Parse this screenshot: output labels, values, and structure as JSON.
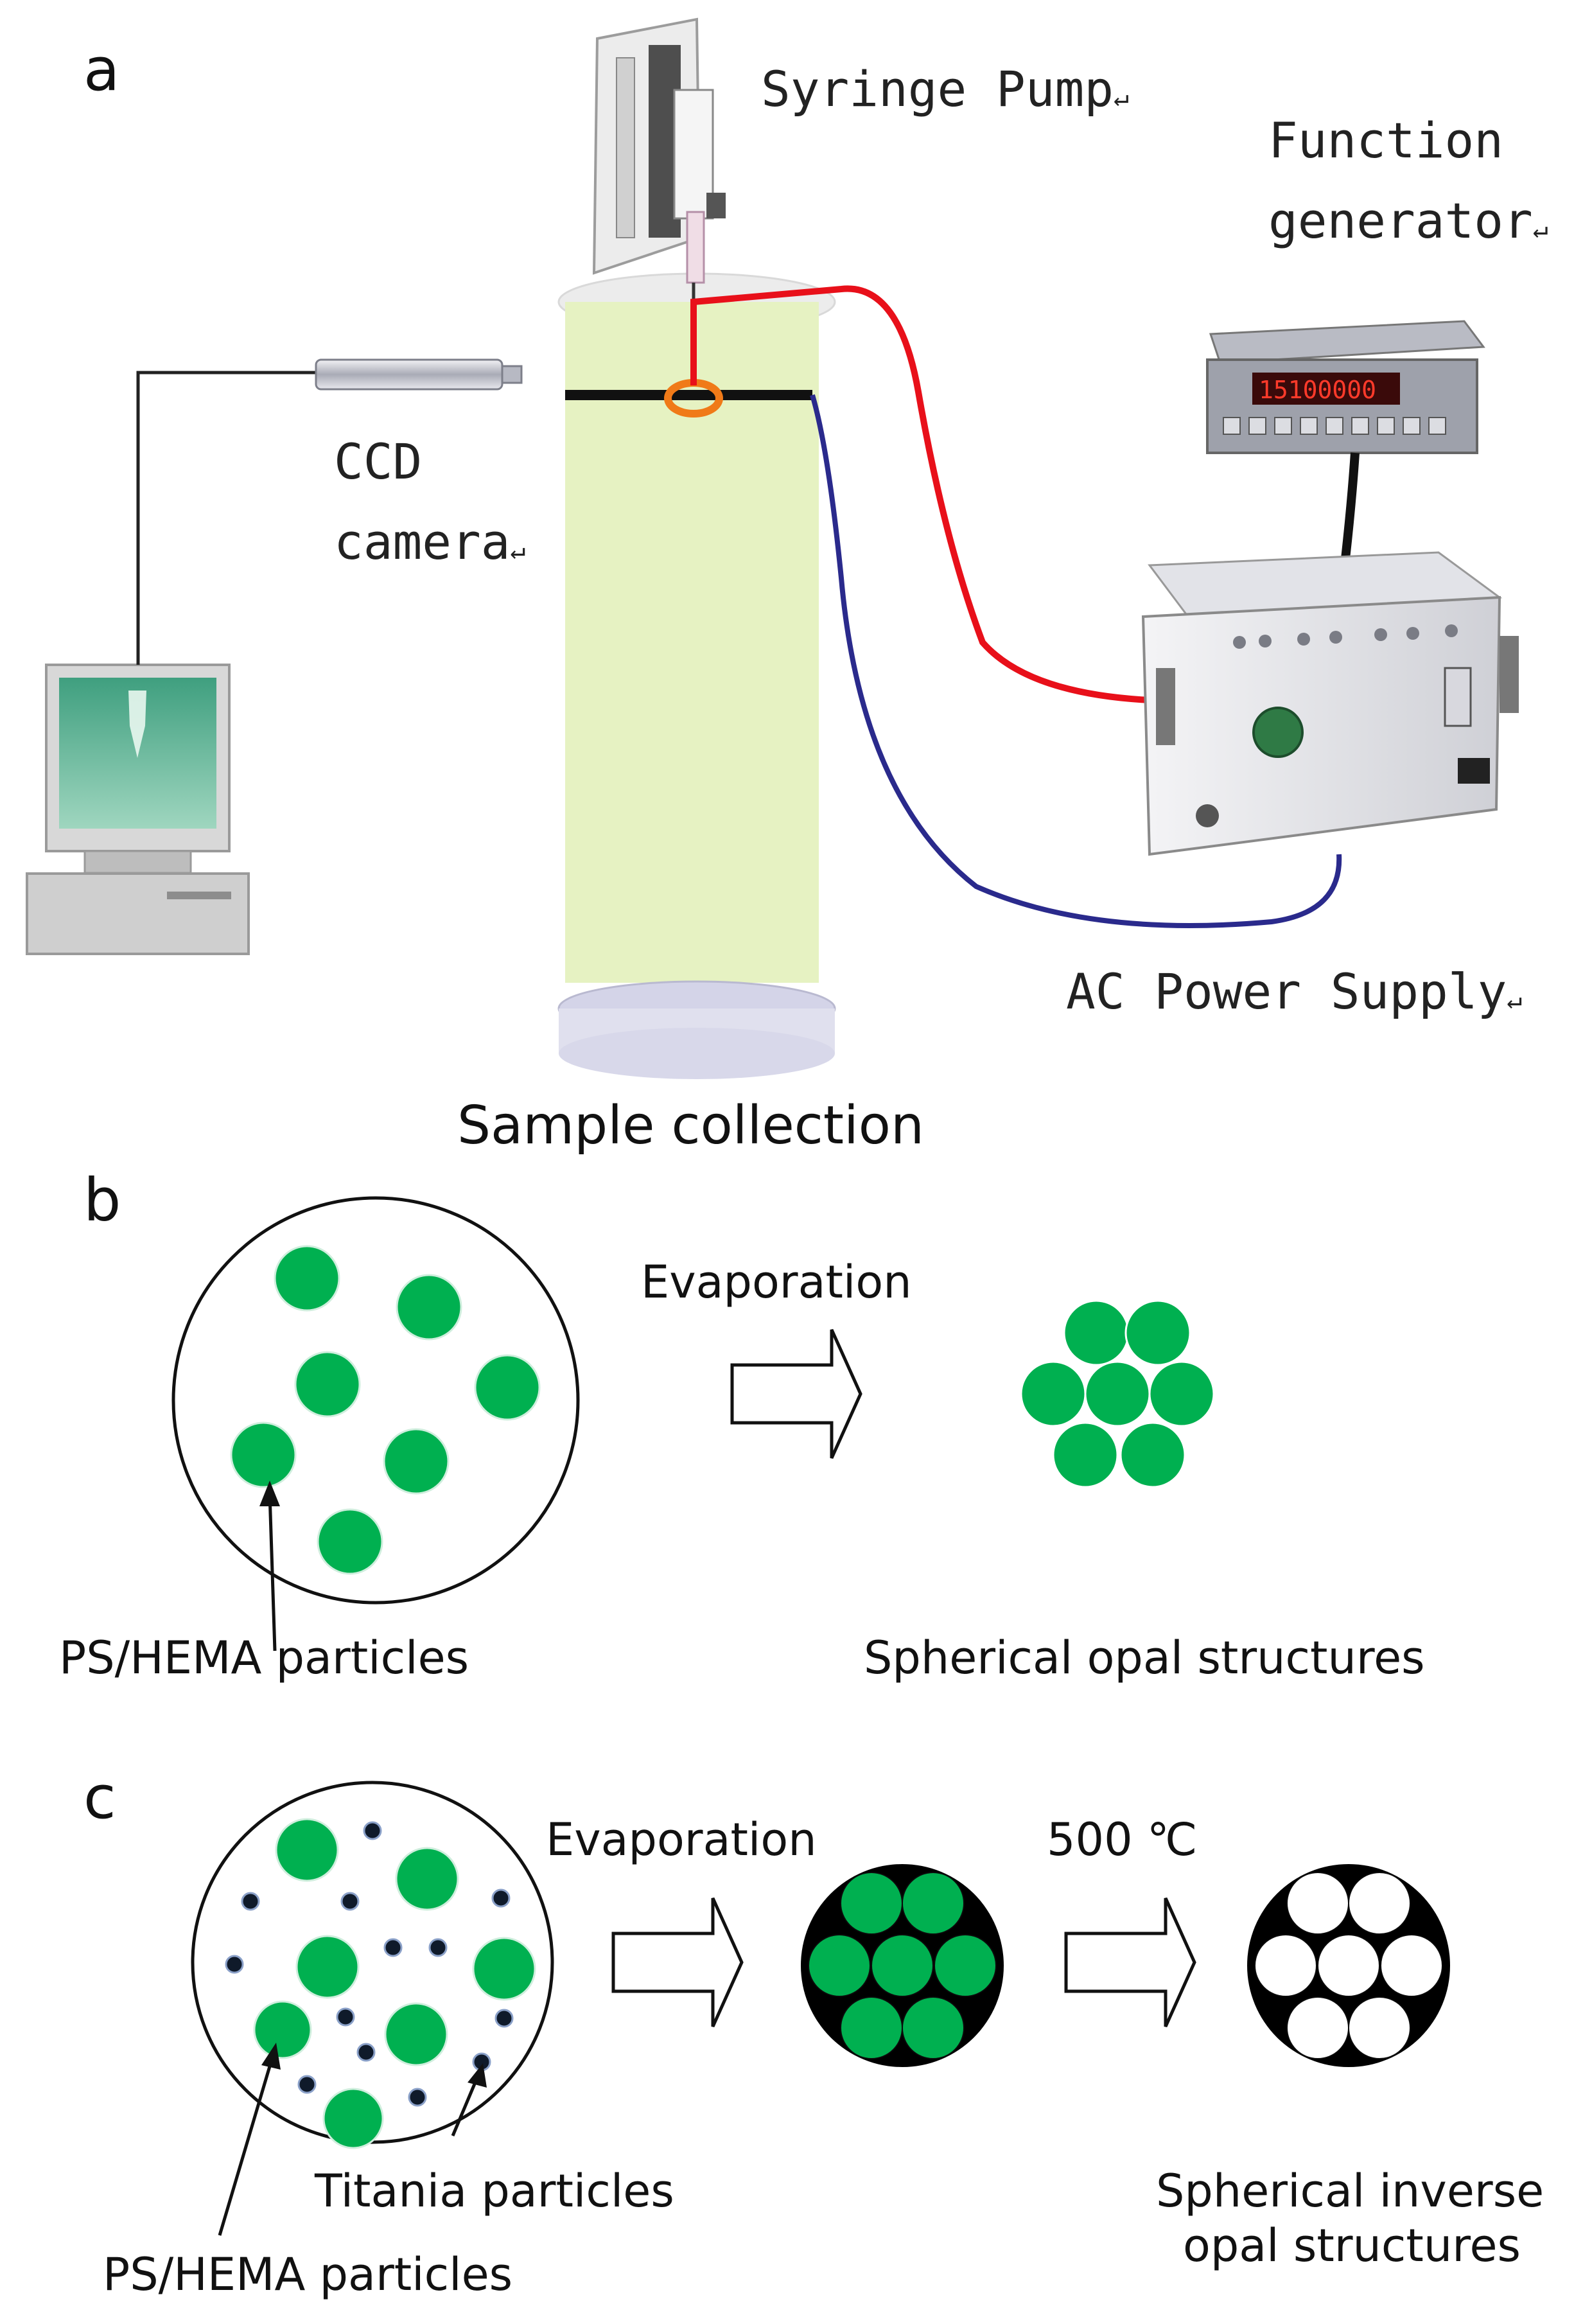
{
  "panels": {
    "a": {
      "letter": "a",
      "labels": {
        "syringe_pump": "Syringe Pump",
        "function_generator_line1": "Function",
        "function_generator_line2": "generator",
        "ccd_line1": "CCD",
        "ccd_line2": "camera",
        "ac_power_supply": "AC Power Supply",
        "sample_collection": "Sample collection",
        "fg_display": "15100000"
      },
      "return_mark": "↵"
    },
    "b": {
      "letter": "b",
      "labels": {
        "evaporation": "Evaporation",
        "ps_hema": "PS/HEMA particles",
        "opal": "Spherical opal structures"
      }
    },
    "c": {
      "letter": "c",
      "labels": {
        "evaporation": "Evaporation",
        "temperature": "500 ℃",
        "titania": "Titania particles",
        "ps_hema": "PS/HEMA particles",
        "inverse_line1": "Spherical inverse",
        "inverse_line2": "opal structures"
      }
    }
  },
  "colors": {
    "particle_green": "#00b050",
    "column_fill": "#e6f2c2",
    "red_wire": "#e8101a",
    "blue_wire": "#2a2a8c",
    "ring_orange": "#f07a18",
    "titania_dark": "#0f1a2a"
  }
}
